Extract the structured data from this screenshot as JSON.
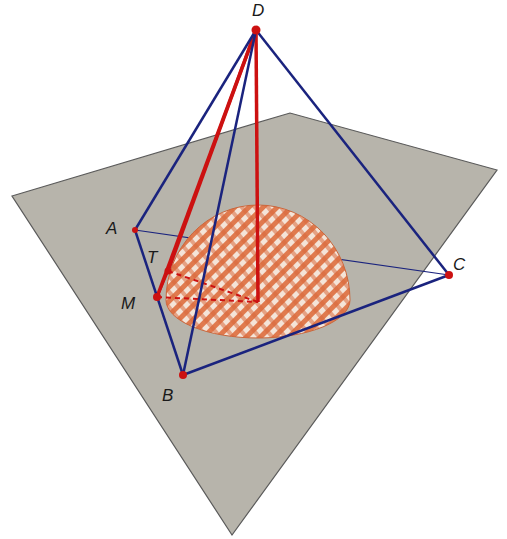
{
  "diagram": {
    "labels": [
      "D",
      "A",
      "T",
      "M",
      "B",
      "C"
    ]
  }
}
